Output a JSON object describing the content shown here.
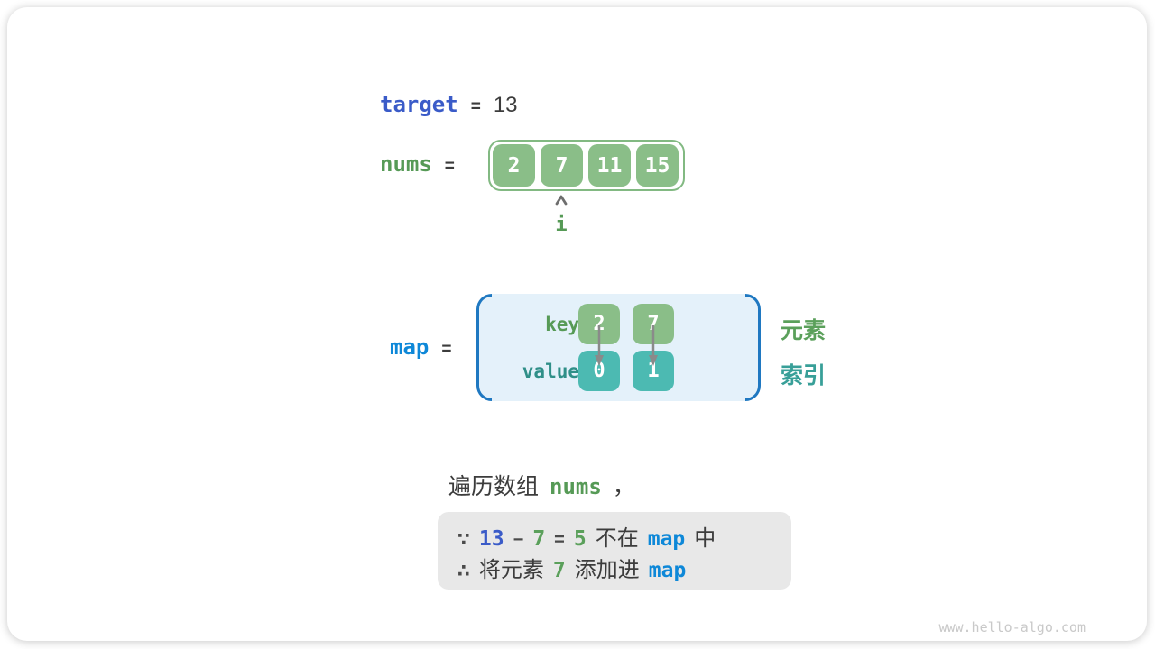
{
  "colors": {
    "indigo_blue": "#3A5BC8",
    "azure_blue": "#0E88D8",
    "green_text": "#569A56",
    "green_box": "#8ABE88",
    "teal_text": "#2F8F88",
    "teal_box": "#4CBAB2",
    "dark_text": "#3C3C3C",
    "map_panel_bg": "#E4F1FA",
    "bracket_blue": "#1F78C1",
    "note_bg": "#E8E8E8",
    "watermark_gray": "#C9C9C9"
  },
  "target": {
    "label": "target",
    "equals": "=",
    "value": "13"
  },
  "nums": {
    "label": "nums",
    "equals": "=",
    "values": [
      "2",
      "7",
      "11",
      "15"
    ],
    "pointer": {
      "label": "i",
      "index": 1
    }
  },
  "map": {
    "label": "map",
    "equals": "=",
    "key_row_label": "key",
    "value_row_label": "value",
    "entries": [
      {
        "key": "2",
        "value": "0"
      },
      {
        "key": "7",
        "value": "1"
      }
    ],
    "side_labels": {
      "top": "元素",
      "bottom": "索引"
    }
  },
  "caption": {
    "text": "遍历数组",
    "code": "nums",
    "comma": "，"
  },
  "note": {
    "line1": {
      "symbol": "∵",
      "minuend": "13",
      "minus": "−",
      "subtrahend": "7",
      "equals": "=",
      "difference": "5",
      "middle": "不在",
      "map": "map",
      "suffix": "中"
    },
    "line2": {
      "symbol": "∴",
      "prefix": "将元素",
      "element": "7",
      "suffix": "添加进",
      "map": "map"
    }
  },
  "watermark": "www.hello-algo.com"
}
